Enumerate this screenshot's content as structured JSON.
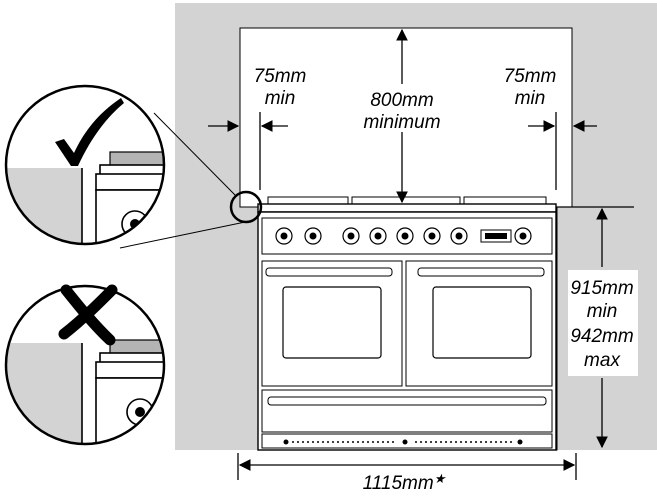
{
  "labels": {
    "side_left_value": "75mm",
    "side_left_qual": "min",
    "side_right_value": "75mm",
    "side_right_qual": "min",
    "above_value": "800mm",
    "above_qual": "minimum",
    "height_min_value": "915mm",
    "height_min_qual": "min",
    "height_max_value": "942mm",
    "height_max_qual": "max",
    "width_value": "1115mm",
    "width_mark": "★"
  },
  "icons": {
    "correct": "check-mark-icon",
    "incorrect": "cross-mark-icon"
  },
  "colors": {
    "wall": "#d3d3d3",
    "line": "#000000",
    "paper": "#ffffff"
  }
}
